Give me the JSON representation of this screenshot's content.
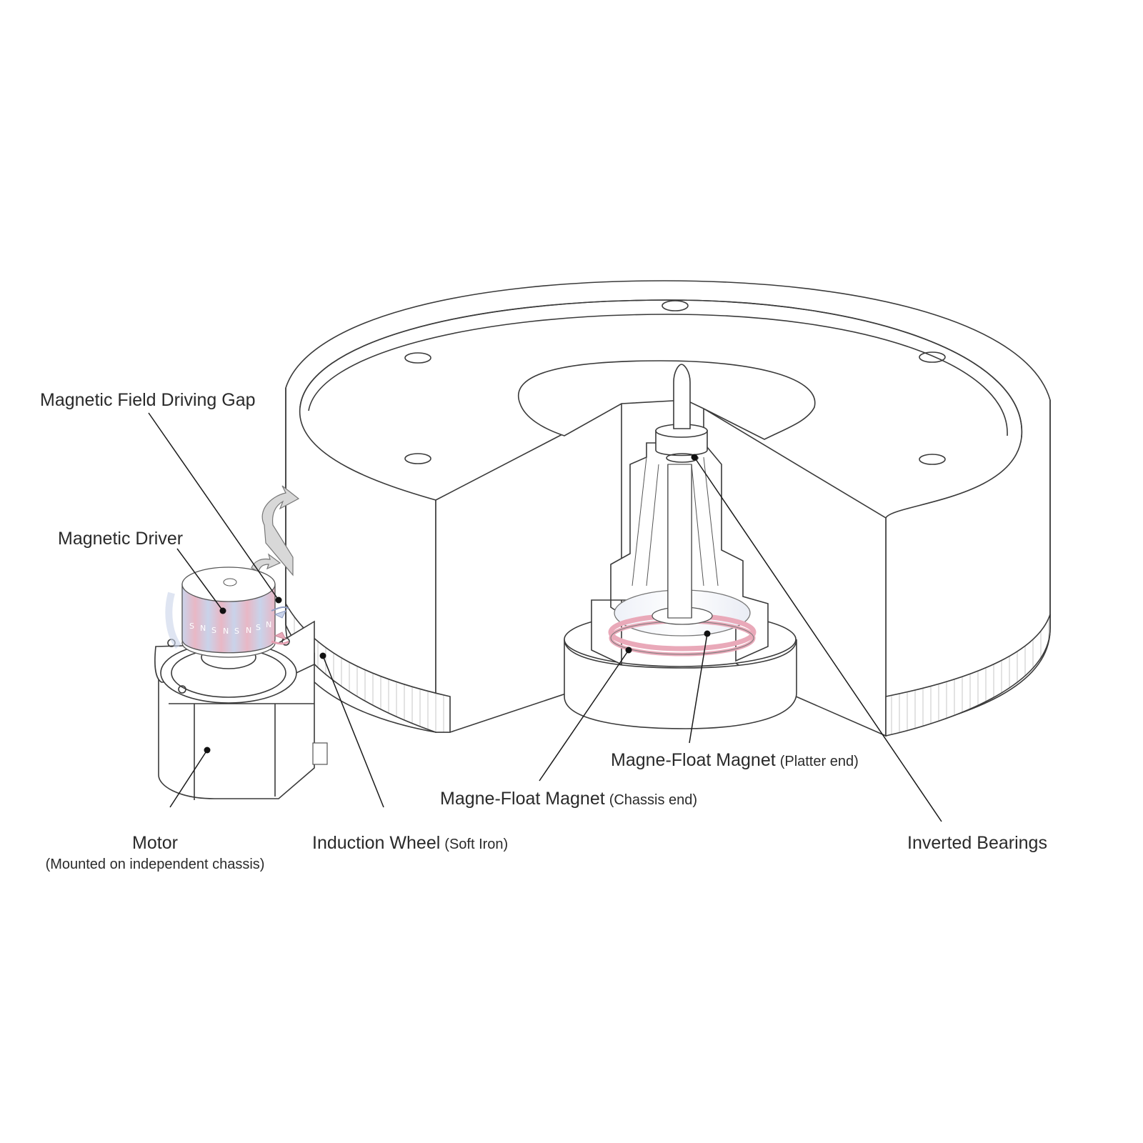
{
  "labels": {
    "driving_gap": "Magnetic Field Driving Gap",
    "driver": "Magnetic Driver",
    "motor": "Motor",
    "motor_note": "(Mounted on independent chassis)",
    "induction_wheel": "Induction Wheel",
    "induction_wheel_note": "(Soft Iron)",
    "chassis_magnet": "Magne-Float Magnet",
    "chassis_magnet_note": "(Chassis end)",
    "platter_magnet": "Magne-Float Magnet",
    "platter_magnet_note": "(Platter end)",
    "bearings": "Inverted Bearings"
  },
  "poles": [
    "S",
    "N",
    "S",
    "N",
    "S",
    "N",
    "S",
    "N"
  ],
  "colors": {
    "magnet_pink": "#e9a9b9",
    "magnet_blue": "#c9d3ea",
    "line": "#1a1a1a",
    "body_white": "#ffffff"
  }
}
